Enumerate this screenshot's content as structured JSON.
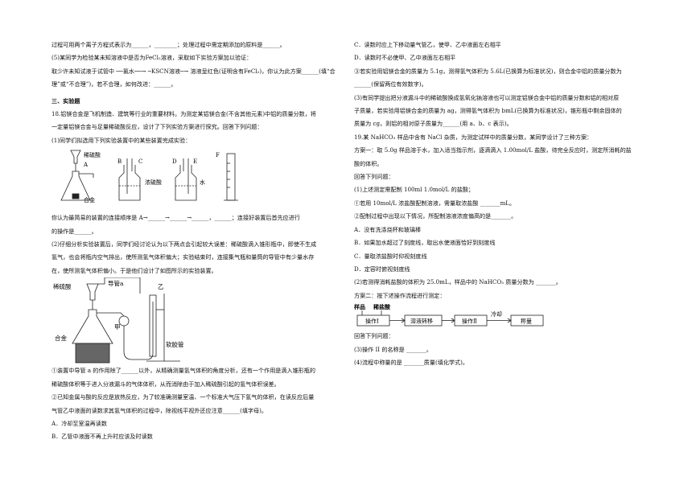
{
  "left": {
    "lines_top": [
      "过程可用两个离子方程式表示为______，________；处理过程中需定期添加的原料是______。",
      "(5)某同学为检验某未知溶液中是否为FeCl₂溶液，采取如下实验方案加以验证：",
      "取少许未知试液于试管中 ──氯水──→ ─KSCN溶液─→ 溶液呈红色(证明含有FeCl₂)，你认为此方案______(填“合",
      "理”或“不合理”)，若不合理，如何改进：______。"
    ],
    "section_title": "三、实验题",
    "q18_lines": [
      "18.铝镁合金是飞机制造、建筑等行业的重要材料。为测定某铝镁合金(不含其他元素)中铝的质量分数，将",
      "一定量铝镁合金与足量稀硫酸反应，设计了下列实验方案进行探究。回答下列问题：",
      "(1)同学们拟选用下列实验装置中的某些装置完成实验："
    ],
    "fig1": {
      "labels": {
        "acid": "稀硫酸",
        "a": "A",
        "alloy": "合金",
        "b": "B",
        "c": "C",
        "conc": "浓硫酸",
        "d": "D",
        "e": "E",
        "water": "水",
        "f": "F"
      }
    },
    "q18_mid": [
      "你认为最简易的装置的连接顺序是 A→______→______→______，______；连接好装置后首先应进行",
      "的操作是______。",
      "(2)仔细分析实验装置后，同学们经讨论认为以下两点会引起较大误差：稀硫酸滴入锥形瓶中，即使不生成",
      "氢气，也会将瓶内空气排出，使所测氢气体积偏大；实验结束时，连接集气瓶和量筒的导管中有少量水存",
      "在，使所测氢气体积偏小。于是他们设计了如图所示的实验装置。"
    ],
    "fig2": {
      "labels": {
        "acid": "稀硫酸",
        "tube": "导管a",
        "alloy": "合金",
        "jia": "甲",
        "yi": "乙",
        "hose": "软胶管"
      }
    },
    "q18_bottom": [
      "①装置中导管 a 的作用除了______以外，从精确测量氢气体积的角度分析，还有一个作用是滴入锥形瓶的",
      "稀硫酸体积等于进入分液漏斗的气体体积，从而消除由于加入稀硫酸引起的氢气体积误差。",
      "②已知金属与酸的反应是放热反应，为了较准确测量室温、一个标准大气压下氢气的体积，在读反应后量",
      "气管乙中液面的读数求其氢气体积的过程中，除视线平视外还应注意______(填字母)。",
      "A．冷却至室温再读数",
      "B．乙管中液面不再上升时应该及时读数"
    ]
  },
  "right": {
    "lines_a": [
      "C．读数时应上下移动量气管乙，使甲、乙中液面左右相平",
      "D．读数时不必使甲、乙中液面左右相平",
      "③若实验用铝镁合金的质量为 5.1g，测得氢气体积为 5.6L(已换算为标准状况)，则合金中铝的质量分数为",
      "______(保留两位有效数字)。",
      "(3)有同学提出把分液漏斗中的稀硫酸换成氢氧化钠溶液也可以测定铝镁合金中铝的质量分数和铝的相对原",
      "子质量，若实验用铝镁合金的质量为 ag，测得氢气体积为 bmL(已换算为标准状况)，锥形瓶中剩余固体的",
      "质量为 cg，则铝的相对原子质量为______(用 a、b、c 表示)。",
      "19.某 NaHCO₃ 样品中含有 NaCl 杂质，为测定试样中的质量分数，某同学设计了三种方案：",
      "方案一：取 5.0g 样品溶于水，加入适当指示剂，逐滴滴入 1.00mol/L 盐酸，待完全反应时，测定所消耗的盐",
      "酸的体积。",
      "回答下列问题：",
      "(1)上述测定需配制 100ml 1.0mol/L 的盐酸；",
      "①若用 10mol/L 浓盐酸配制溶液，需量取浓盐酸 _______mL。",
      "②配制过程中出现以下情况，所配制溶液浓度偏高的是_______。",
      "A．没有洗涤烧杯和玻璃棒",
      "B．如果加水超过了刻度线，取出水使液面恰好到刻度线",
      "C．量取浓盐酸时仰视刻度线",
      "D．定容时俯视刻度线",
      "(2)若测得消耗盐酸的体积为 25.0mL，样品中的 NaHCO₃ 质量分数为 _______。",
      "方案二：按下述操作流程进行测定："
    ],
    "flow": {
      "sample": "样品",
      "acid": "稀盐酸",
      "step1": "操作Ⅰ",
      "step2": "溶液转移",
      "step3": "操作Ⅱ",
      "cool": "冷却",
      "weigh": "称量"
    },
    "lines_b": [
      "回答下列问题：",
      "(3)操作 II 的名称是 _______。",
      "(4)流程中称量的是 _______质量(填化学式)。"
    ]
  }
}
